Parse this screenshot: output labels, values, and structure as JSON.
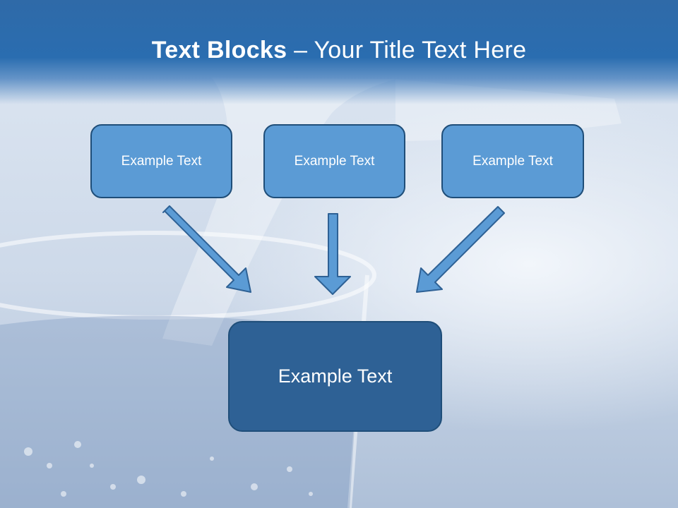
{
  "slide": {
    "title_bold": "Text Blocks",
    "title_dash": " – ",
    "title_rest": "Your Title Text Here"
  },
  "boxes": {
    "left": "Example Text",
    "center": "Example Text",
    "right": "Example Text",
    "main": "Example Text"
  },
  "colors": {
    "title_bar": "#2a6db0",
    "box_fill": "#5b9bd5",
    "main_box_fill": "#2e6195",
    "box_border": "#1f4e79",
    "arrow_fill": "#5b9bd5"
  }
}
